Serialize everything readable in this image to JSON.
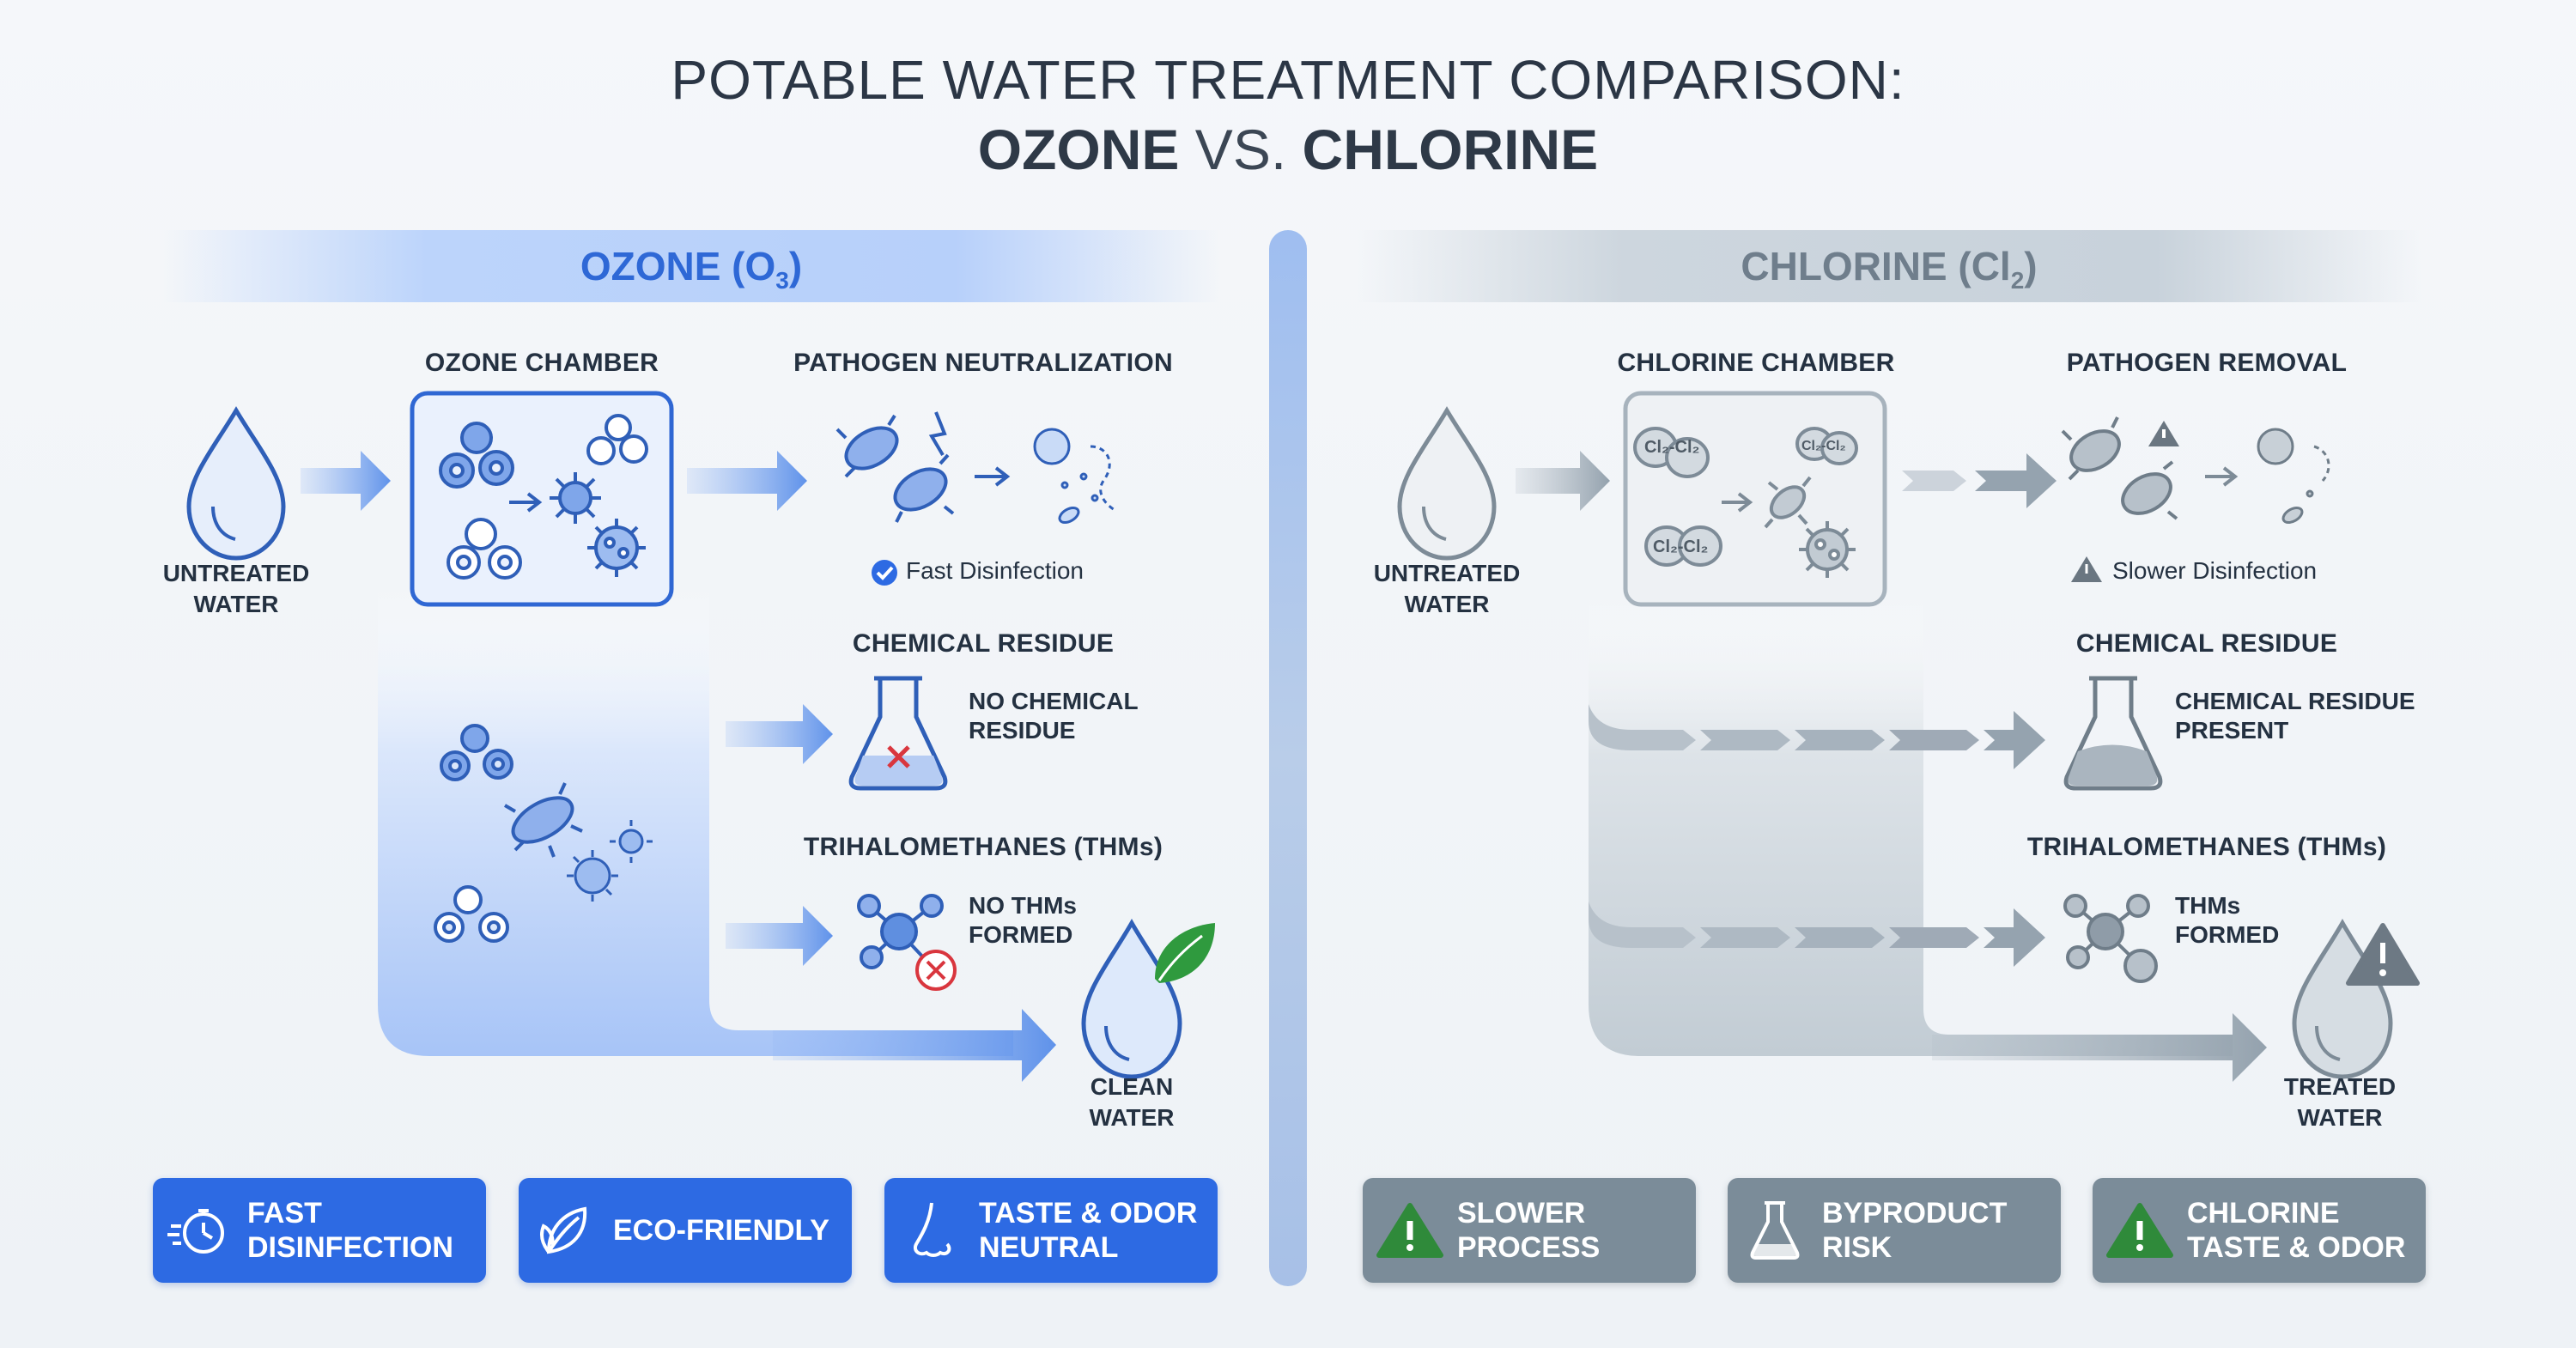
{
  "title": {
    "line1": "POTABLE WATER TREATMENT COMPARISON:",
    "left_bold": "OZONE",
    "vs": " VS. ",
    "right_bold": "CHLORINE"
  },
  "ozone": {
    "header_prefix": "OZONE (O",
    "header_sub": "3",
    "header_suffix": ")",
    "untreated_water": "UNTREATED\nWATER",
    "chamber_label": "OZONE CHAMBER",
    "pathogen_label": "PATHOGEN NEUTRALIZATION",
    "pathogen_note": "Fast Disinfection",
    "residue_label": "CHEMICAL RESIDUE",
    "residue_note": "NO CHEMICAL\nRESIDUE",
    "thm_label": "TRIHALOMETHANES (THMs)",
    "thm_note": "NO THMs\nFORMED",
    "output_label": "CLEAN\nWATER",
    "benefits": [
      {
        "icon": "stopwatch-icon",
        "label": "FAST\nDISINFECTION"
      },
      {
        "icon": "leaf-icon",
        "label": "ECO-FRIENDLY"
      },
      {
        "icon": "nose-icon",
        "label": "TASTE & ODOR\nNEUTRAL"
      }
    ]
  },
  "chlorine": {
    "header_prefix": "CHLORINE (Cl",
    "header_sub": "2",
    "header_suffix": ")",
    "untreated_water": "UNTREATED\nWATER",
    "chamber_label": "CHLORINE CHAMBER",
    "molecule_labels": [
      "Cl₂-Cl₂",
      "Cl₂-Cl₂",
      "Cl₂-Cl₂"
    ],
    "pathogen_label": "PATHOGEN REMOVAL",
    "pathogen_note": "Slower Disinfection",
    "residue_label": "CHEMICAL RESIDUE",
    "residue_note": "CHEMICAL RESIDUE\nPRESENT",
    "thm_label": "TRIHALOMETHANES (THMs)",
    "thm_note": "THMs\nFORMED",
    "output_label": "TREATED\nWATER",
    "drawbacks": [
      {
        "icon": "warning-icon",
        "label": "SLOWER\nPROCESS"
      },
      {
        "icon": "flask-icon",
        "label": "BYPRODUCT\nRISK"
      },
      {
        "icon": "warning-icon",
        "label": "CHLORINE\nTASTE & ODOR"
      }
    ]
  },
  "colors": {
    "ozone_accent": "#2d6ae3",
    "chlorine_accent": "#7b8c99",
    "check": "#2d6ae3",
    "error_red": "#d9363e",
    "leaf_green": "#2f9a3e",
    "warning_dark": "#5d6a75"
  }
}
